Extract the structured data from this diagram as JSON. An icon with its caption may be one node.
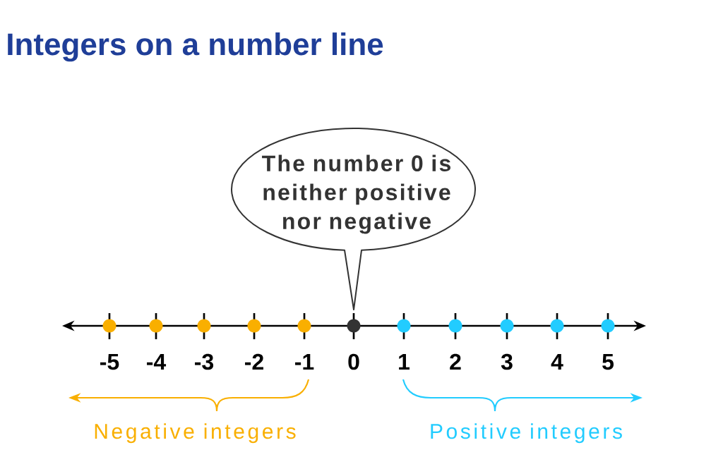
{
  "diagram": {
    "title": "Integers on a number line",
    "nodes": [
      {
        "text": [
          "The number 0 is neither positive nor negative"
        ]
      }
    ],
    "labels": [
      "-5",
      "-4",
      "-3",
      "-2",
      "-1",
      "0",
      "1",
      "2",
      "3",
      "4",
      "5",
      "Negative integers",
      "Positive integers"
    ]
  }
}
